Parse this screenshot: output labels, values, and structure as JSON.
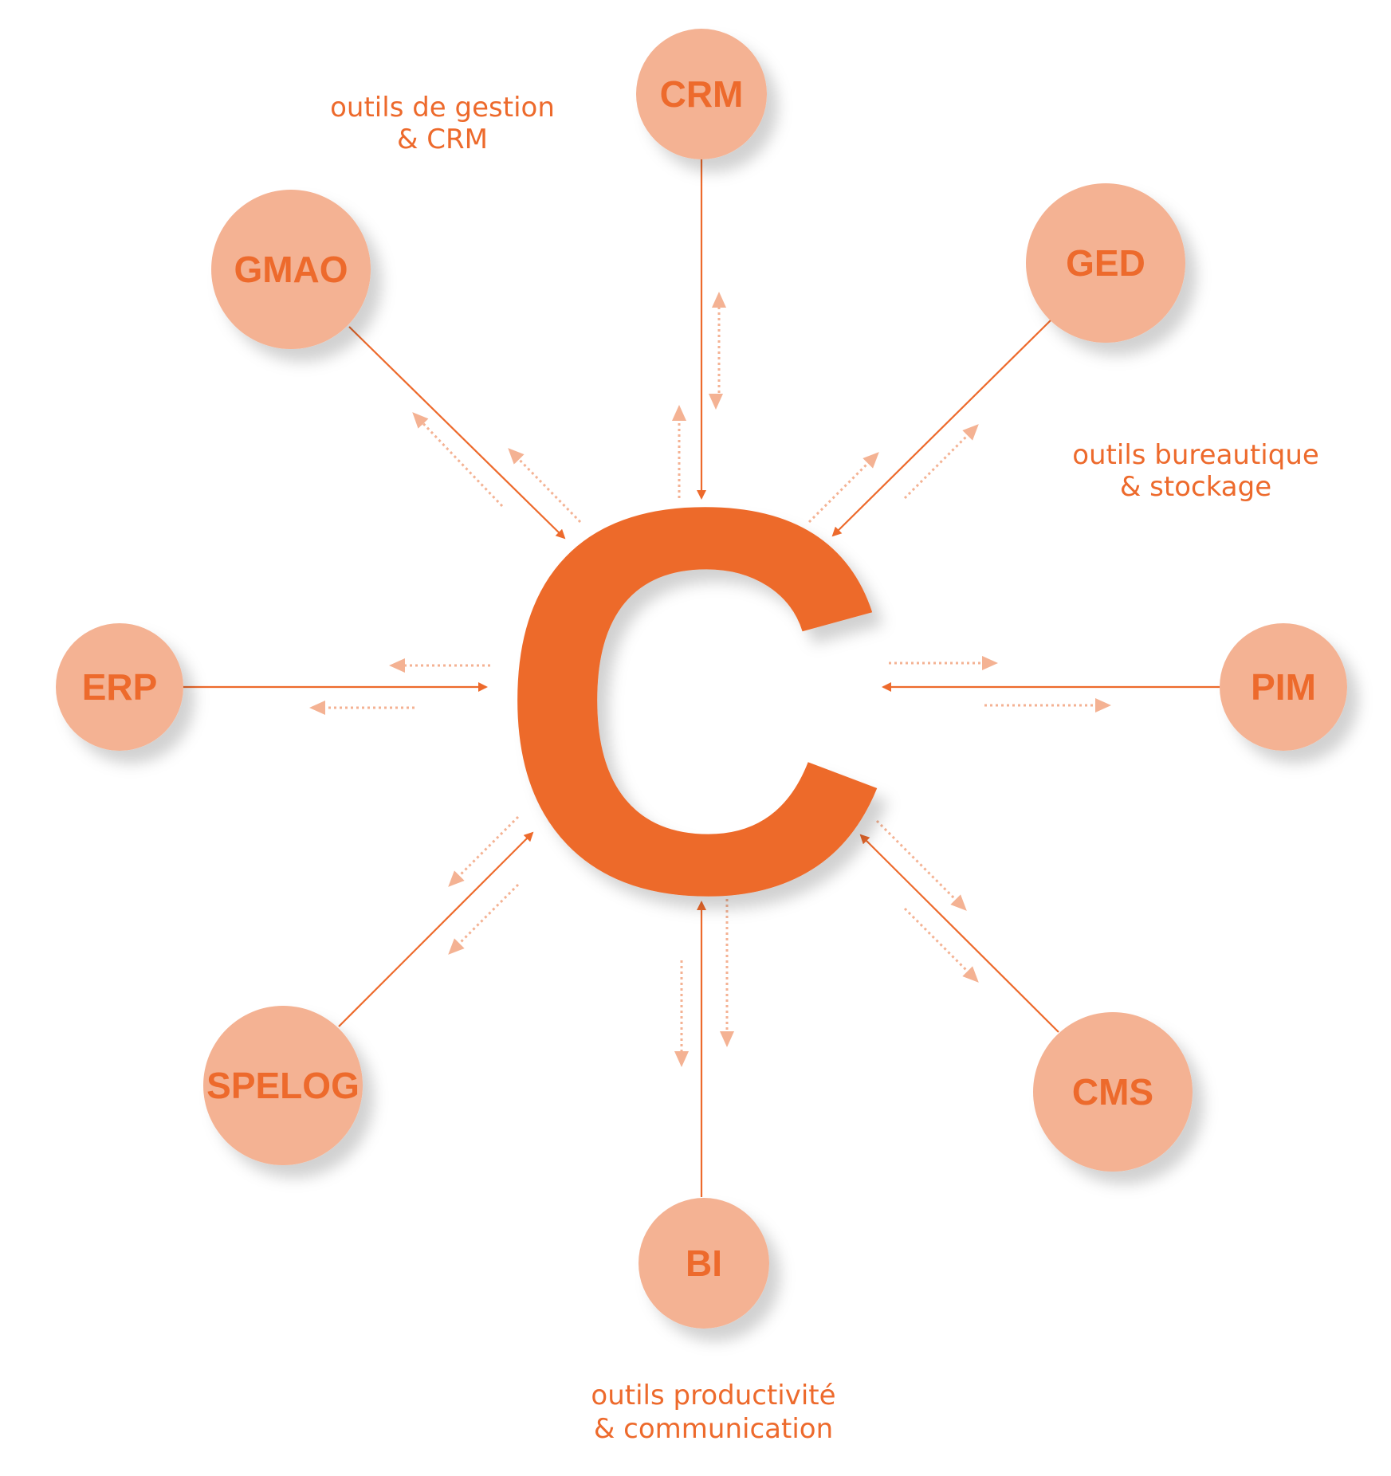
{
  "colors": {
    "accent": "#ed6a2c",
    "node_fill": "#f4b293",
    "dotted": "#f4b293",
    "shadow": "#d9d9d9"
  },
  "center": {
    "letter": "C"
  },
  "nodes": [
    {
      "id": "crm",
      "label": "CRM"
    },
    {
      "id": "ged",
      "label": "GED"
    },
    {
      "id": "pim",
      "label": "PIM"
    },
    {
      "id": "cms",
      "label": "CMS"
    },
    {
      "id": "bi",
      "label": "BI"
    },
    {
      "id": "spelog",
      "label": "SPELOG"
    },
    {
      "id": "erp",
      "label": "ERP"
    },
    {
      "id": "gmao",
      "label": "GMAO"
    }
  ],
  "groups": [
    {
      "id": "gestion",
      "lines": [
        "outils de gestion",
        "& CRM"
      ]
    },
    {
      "id": "bureautique",
      "lines": [
        "outils bureautique",
        "& stockage"
      ]
    },
    {
      "id": "productivite",
      "lines": [
        "outils productivité",
        "& communication"
      ]
    }
  ]
}
